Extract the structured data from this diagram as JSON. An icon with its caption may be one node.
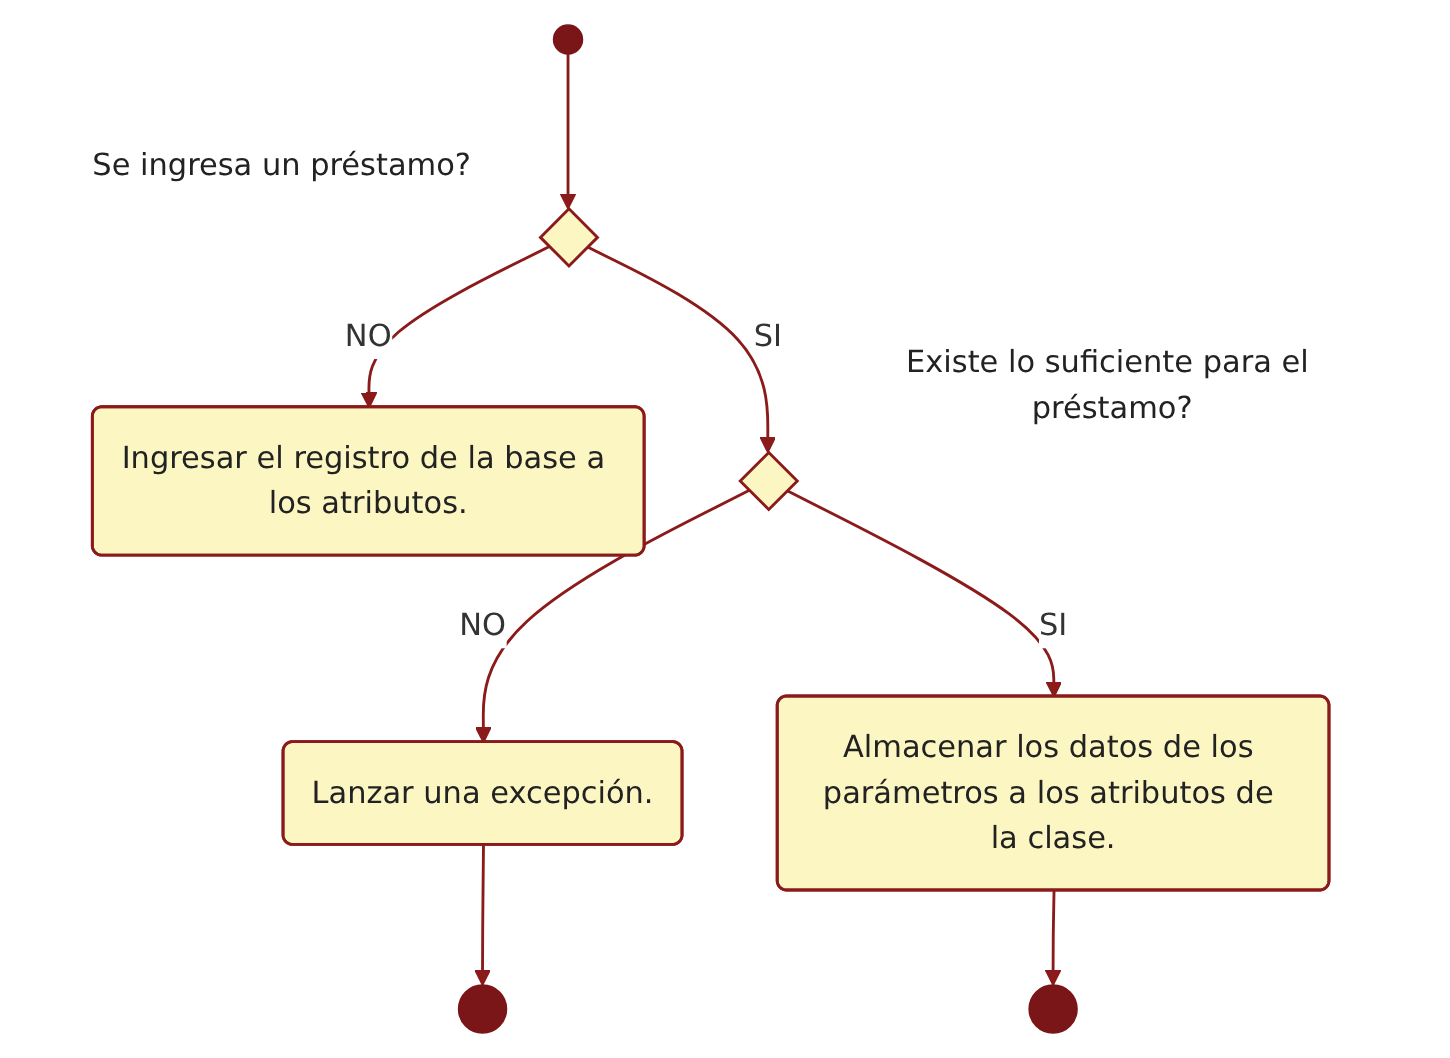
{
  "diagram": {
    "nodes": [
      {
        "text": [],
        "shape": "circle"
      },
      {
        "text": [],
        "shape": "diamond",
        "beside": [
          "Se ingresa un préstamo?"
        ]
      },
      {
        "text": [
          "Ingresar el registro de la base a los atributos."
        ]
      },
      {
        "text": [],
        "shape": "diamond",
        "beside": [
          "Existe lo suficiente para el préstamo?"
        ]
      },
      {
        "text": [
          "Lanzar una excepción."
        ]
      },
      {
        "text": [],
        "shape": "circle"
      },
      {
        "text": [
          "Almacenar los datos de los parámetros a los atributos de la clase."
        ]
      },
      {
        "text": [],
        "shape": "circle"
      }
    ],
    "edges": [
      {
        "from": 0,
        "to": 1,
        "arrow": "to"
      },
      {
        "from": 1,
        "to": 2,
        "arrow": "to",
        "label": "NO"
      },
      {
        "from": 1,
        "to": 3,
        "arrow": "to",
        "label": "SI"
      },
      {
        "from": 3,
        "to": 4,
        "arrow": "to",
        "label": "NO"
      },
      {
        "from": 4,
        "to": 5,
        "arrow": "to"
      },
      {
        "from": 3,
        "to": 6,
        "arrow": "to",
        "label": "SI"
      },
      {
        "from": 6,
        "to": 7,
        "arrow": "to"
      }
    ]
  }
}
